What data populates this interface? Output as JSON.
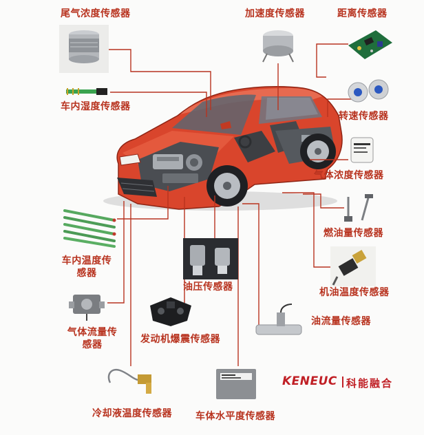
{
  "labels": {
    "tailgas": "尾气浓度传感器",
    "accel": "加速度传感器",
    "distance": "距离传感器",
    "cabinhumidity": "车内湿度传感器",
    "speed": "转速传感器",
    "gasconc": "气体浓度传感器",
    "fuellevel": "燃油量传感器",
    "cabintemp": "车内温度传感器",
    "oilpressure": "油压传感器",
    "oiltemp": "机油温度传感器",
    "gasflow": "气体流量传感器",
    "knock": "发动机爆震传感器",
    "oilflow": "油流量传感器",
    "coolant": "冷却液温度传感器",
    "level": "车体水平度传感器"
  },
  "logo": {
    "brand": "KENEUC",
    "name_cn": "科能融合"
  },
  "colors": {
    "label": "#b8331f",
    "wire": "#b8331f",
    "car_body": "#d9452c",
    "logo": "#c01f25"
  },
  "icons": {
    "car": "red-sedan-cutaway",
    "tailgas": "metal-mesh-cylinder",
    "accel": "silver-puck-sensor",
    "distance": "green-circuit-board",
    "cabinhumidity": "green-probe-strip",
    "speed": "rotary-encoder-pair",
    "gasconc": "white-gas-cell",
    "fuellevel": "float-rod-pair",
    "cabintemp": "glass-probe-bundle",
    "oilpressure": "pressure-switch-pair",
    "oiltemp": "brass-temperature-sender",
    "gasflow": "flow-meter-block",
    "knock": "black-knock-sensor",
    "oilflow": "inline-flow-tube",
    "coolant": "brass-probe-with-wire",
    "level": "grey-box-module"
  }
}
